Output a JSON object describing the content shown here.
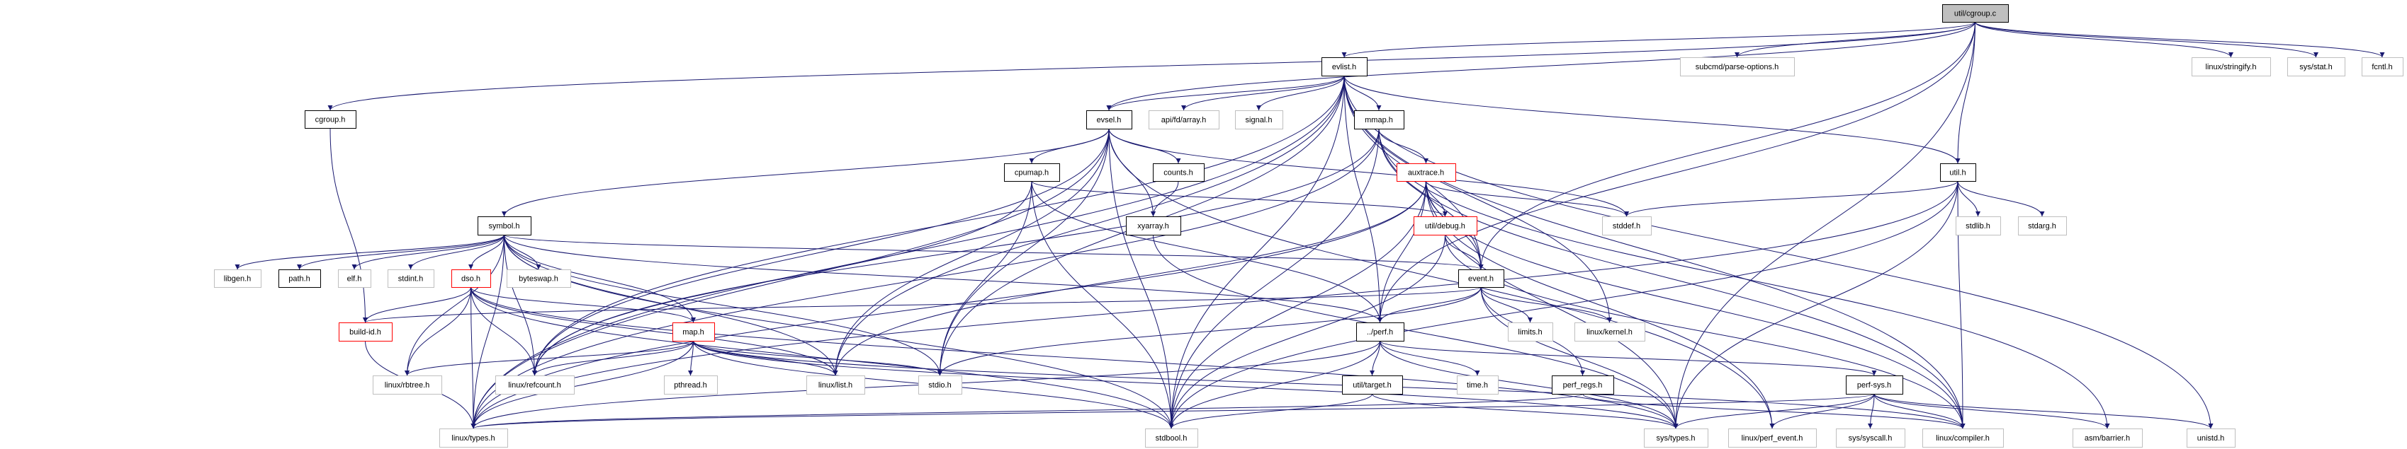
{
  "graph": {
    "edge_color": "#191970",
    "kind_colors": {
      "root": {
        "fill": "#bfbfbf",
        "stroke": "#000000"
      },
      "documented": {
        "fill": "#ffffff",
        "stroke": "#000000"
      },
      "truncated": {
        "fill": "#ffffff",
        "stroke": "#ff0000"
      },
      "external": {
        "fill": "#ffffff",
        "stroke": "#bfbfbf"
      }
    },
    "nodes": [
      {
        "id": "cgroup_c",
        "label": "util/cgroup.c",
        "kind": "root"
      },
      {
        "id": "evlist",
        "label": "evlist.h",
        "kind": "documented"
      },
      {
        "id": "parseopt",
        "label": "subcmd/parse-options.h",
        "kind": "external"
      },
      {
        "id": "stringify",
        "label": "linux/stringify.h",
        "kind": "external"
      },
      {
        "id": "sysstat",
        "label": "sys/stat.h",
        "kind": "external"
      },
      {
        "id": "fcntl",
        "label": "fcntl.h",
        "kind": "external"
      },
      {
        "id": "cgroup_h",
        "label": "cgroup.h",
        "kind": "documented"
      },
      {
        "id": "evsel",
        "label": "evsel.h",
        "kind": "documented"
      },
      {
        "id": "fdarray",
        "label": "api/fd/array.h",
        "kind": "external"
      },
      {
        "id": "signal",
        "label": "signal.h",
        "kind": "external"
      },
      {
        "id": "mmap",
        "label": "mmap.h",
        "kind": "documented"
      },
      {
        "id": "cpumap",
        "label": "cpumap.h",
        "kind": "documented"
      },
      {
        "id": "counts",
        "label": "counts.h",
        "kind": "documented"
      },
      {
        "id": "auxtrace",
        "label": "auxtrace.h",
        "kind": "truncated"
      },
      {
        "id": "util",
        "label": "util.h",
        "kind": "documented"
      },
      {
        "id": "symbol",
        "label": "symbol.h",
        "kind": "documented"
      },
      {
        "id": "xyarray",
        "label": "xyarray.h",
        "kind": "documented"
      },
      {
        "id": "debug",
        "label": "util/debug.h",
        "kind": "truncated"
      },
      {
        "id": "stddef",
        "label": "stddef.h",
        "kind": "external"
      },
      {
        "id": "stdlib",
        "label": "stdlib.h",
        "kind": "external"
      },
      {
        "id": "stdarg",
        "label": "stdarg.h",
        "kind": "external"
      },
      {
        "id": "libgen",
        "label": "libgen.h",
        "kind": "external"
      },
      {
        "id": "path",
        "label": "path.h",
        "kind": "documented"
      },
      {
        "id": "elf",
        "label": "elf.h",
        "kind": "external"
      },
      {
        "id": "stdint",
        "label": "stdint.h",
        "kind": "external"
      },
      {
        "id": "dso",
        "label": "dso.h",
        "kind": "truncated"
      },
      {
        "id": "byteswap",
        "label": "byteswap.h",
        "kind": "external"
      },
      {
        "id": "event",
        "label": "event.h",
        "kind": "documented"
      },
      {
        "id": "limits",
        "label": "limits.h",
        "kind": "external"
      },
      {
        "id": "kernel",
        "label": "linux/kernel.h",
        "kind": "external"
      },
      {
        "id": "buildid",
        "label": "build-id.h",
        "kind": "truncated"
      },
      {
        "id": "map",
        "label": "map.h",
        "kind": "truncated"
      },
      {
        "id": "perf",
        "label": "../perf.h",
        "kind": "documented"
      },
      {
        "id": "rbtree",
        "label": "linux/rbtree.h",
        "kind": "external"
      },
      {
        "id": "refcount",
        "label": "linux/refcount.h",
        "kind": "external"
      },
      {
        "id": "pthread",
        "label": "pthread.h",
        "kind": "external"
      },
      {
        "id": "list",
        "label": "linux/list.h",
        "kind": "external"
      },
      {
        "id": "stdio",
        "label": "stdio.h",
        "kind": "external"
      },
      {
        "id": "target",
        "label": "util/target.h",
        "kind": "documented"
      },
      {
        "id": "time",
        "label": "time.h",
        "kind": "external"
      },
      {
        "id": "perfregs",
        "label": "perf_regs.h",
        "kind": "documented"
      },
      {
        "id": "perfsys",
        "label": "perf-sys.h",
        "kind": "documented"
      },
      {
        "id": "types",
        "label": "linux/types.h",
        "kind": "external"
      },
      {
        "id": "stdbool",
        "label": "stdbool.h",
        "kind": "external"
      },
      {
        "id": "systypes",
        "label": "sys/types.h",
        "kind": "external"
      },
      {
        "id": "perfevent",
        "label": "linux/perf_event.h",
        "kind": "external"
      },
      {
        "id": "syscall",
        "label": "sys/syscall.h",
        "kind": "external"
      },
      {
        "id": "compiler",
        "label": "linux/compiler.h",
        "kind": "external"
      },
      {
        "id": "barrier",
        "label": "asm/barrier.h",
        "kind": "external"
      },
      {
        "id": "unistd",
        "label": "unistd.h",
        "kind": "external"
      }
    ],
    "edges": [
      [
        "cgroup_c",
        "evlist"
      ],
      [
        "cgroup_c",
        "evsel"
      ],
      [
        "cgroup_c",
        "cgroup_h"
      ],
      [
        "cgroup_c",
        "parseopt"
      ],
      [
        "cgroup_c",
        "util"
      ],
      [
        "cgroup_c",
        "stringify"
      ],
      [
        "cgroup_c",
        "sysstat"
      ],
      [
        "cgroup_c",
        "fcntl"
      ],
      [
        "cgroup_c",
        "perf"
      ],
      [
        "cgroup_c",
        "systypes"
      ],
      [
        "cgroup_c",
        "event"
      ],
      [
        "cgroup_h",
        "buildid"
      ],
      [
        "evlist",
        "evsel"
      ],
      [
        "evlist",
        "fdarray"
      ],
      [
        "evlist",
        "signal"
      ],
      [
        "evlist",
        "mmap"
      ],
      [
        "evlist",
        "refcount"
      ],
      [
        "evlist",
        "list"
      ],
      [
        "evlist",
        "stdio"
      ],
      [
        "evlist",
        "stdbool"
      ],
      [
        "evlist",
        "perf"
      ],
      [
        "evlist",
        "event"
      ],
      [
        "evlist",
        "util"
      ],
      [
        "evlist",
        "kernel"
      ],
      [
        "evlist",
        "unistd"
      ],
      [
        "evlist",
        "compiler"
      ],
      [
        "evlist",
        "types"
      ],
      [
        "evsel",
        "cpumap"
      ],
      [
        "evsel",
        "counts"
      ],
      [
        "evsel",
        "xyarray"
      ],
      [
        "evsel",
        "symbol"
      ],
      [
        "evsel",
        "stdio"
      ],
      [
        "evsel",
        "stdbool"
      ],
      [
        "evsel",
        "list"
      ],
      [
        "evsel",
        "types"
      ],
      [
        "evsel",
        "perfevent"
      ],
      [
        "evsel",
        "stddef"
      ],
      [
        "evsel",
        "refcount"
      ],
      [
        "mmap",
        "auxtrace"
      ],
      [
        "mmap",
        "stdbool"
      ],
      [
        "mmap",
        "refcount"
      ],
      [
        "mmap",
        "event"
      ],
      [
        "mmap",
        "compiler"
      ],
      [
        "mmap",
        "barrier"
      ],
      [
        "mmap",
        "types"
      ],
      [
        "cpumap",
        "debug"
      ],
      [
        "cpumap",
        "stdio"
      ],
      [
        "cpumap",
        "stdbool"
      ],
      [
        "cpumap",
        "refcount"
      ],
      [
        "cpumap",
        "perf"
      ],
      [
        "counts",
        "xyarray"
      ],
      [
        "xyarray",
        "systypes"
      ],
      [
        "auxtrace",
        "debug"
      ],
      [
        "auxtrace",
        "event"
      ],
      [
        "auxtrace",
        "stddef"
      ],
      [
        "auxtrace",
        "perf"
      ],
      [
        "auxtrace",
        "stdbool"
      ],
      [
        "auxtrace",
        "list"
      ],
      [
        "auxtrace",
        "perfevent"
      ],
      [
        "auxtrace",
        "systypes"
      ],
      [
        "auxtrace",
        "types"
      ],
      [
        "auxtrace",
        "compiler"
      ],
      [
        "debug",
        "event"
      ],
      [
        "debug",
        "stdbool"
      ],
      [
        "debug",
        "compiler"
      ],
      [
        "event",
        "perf"
      ],
      [
        "event",
        "buildid"
      ],
      [
        "event",
        "limits"
      ],
      [
        "event",
        "kernel"
      ],
      [
        "event",
        "perfregs"
      ],
      [
        "event",
        "stdio"
      ],
      [
        "event",
        "systypes"
      ],
      [
        "perf",
        "target"
      ],
      [
        "perf",
        "time"
      ],
      [
        "perf",
        "perfsys"
      ],
      [
        "perf",
        "stdbool"
      ],
      [
        "perf",
        "types"
      ],
      [
        "perf",
        "systypes"
      ],
      [
        "target",
        "stdbool"
      ],
      [
        "target",
        "systypes"
      ],
      [
        "perfregs",
        "types"
      ],
      [
        "perfregs",
        "compiler"
      ],
      [
        "perfsys",
        "systypes"
      ],
      [
        "perfsys",
        "syscall"
      ],
      [
        "perfsys",
        "perfevent"
      ],
      [
        "perfsys",
        "compiler"
      ],
      [
        "perfsys",
        "barrier"
      ],
      [
        "perfsys",
        "unistd"
      ],
      [
        "perfsys",
        "types"
      ],
      [
        "symbol",
        "libgen"
      ],
      [
        "symbol",
        "path"
      ],
      [
        "symbol",
        "elf"
      ],
      [
        "symbol",
        "stdint"
      ],
      [
        "symbol",
        "dso"
      ],
      [
        "symbol",
        "byteswap"
      ],
      [
        "symbol",
        "map"
      ],
      [
        "symbol",
        "rbtree"
      ],
      [
        "symbol",
        "refcount"
      ],
      [
        "symbol",
        "types"
      ],
      [
        "symbol",
        "list"
      ],
      [
        "symbol",
        "stdio"
      ],
      [
        "symbol",
        "stdbool"
      ],
      [
        "symbol",
        "event"
      ],
      [
        "symbol",
        "perf"
      ],
      [
        "dso",
        "buildid"
      ],
      [
        "dso",
        "map"
      ],
      [
        "dso",
        "rbtree"
      ],
      [
        "dso",
        "refcount"
      ],
      [
        "dso",
        "types"
      ],
      [
        "dso",
        "stdbool"
      ],
      [
        "dso",
        "systypes"
      ],
      [
        "dso",
        "list"
      ],
      [
        "buildid",
        "types"
      ],
      [
        "map",
        "rbtree"
      ],
      [
        "map",
        "refcount"
      ],
      [
        "map",
        "pthread"
      ],
      [
        "map",
        "types"
      ],
      [
        "map",
        "stdbool"
      ],
      [
        "map",
        "list"
      ],
      [
        "map",
        "stdio"
      ],
      [
        "map",
        "compiler"
      ],
      [
        "map",
        "systypes"
      ],
      [
        "util",
        "stddef"
      ],
      [
        "util",
        "stdlib"
      ],
      [
        "util",
        "stdarg"
      ],
      [
        "util",
        "compiler"
      ],
      [
        "util",
        "systypes"
      ],
      [
        "util",
        "stdbool"
      ],
      [
        "util",
        "types"
      ]
    ]
  }
}
